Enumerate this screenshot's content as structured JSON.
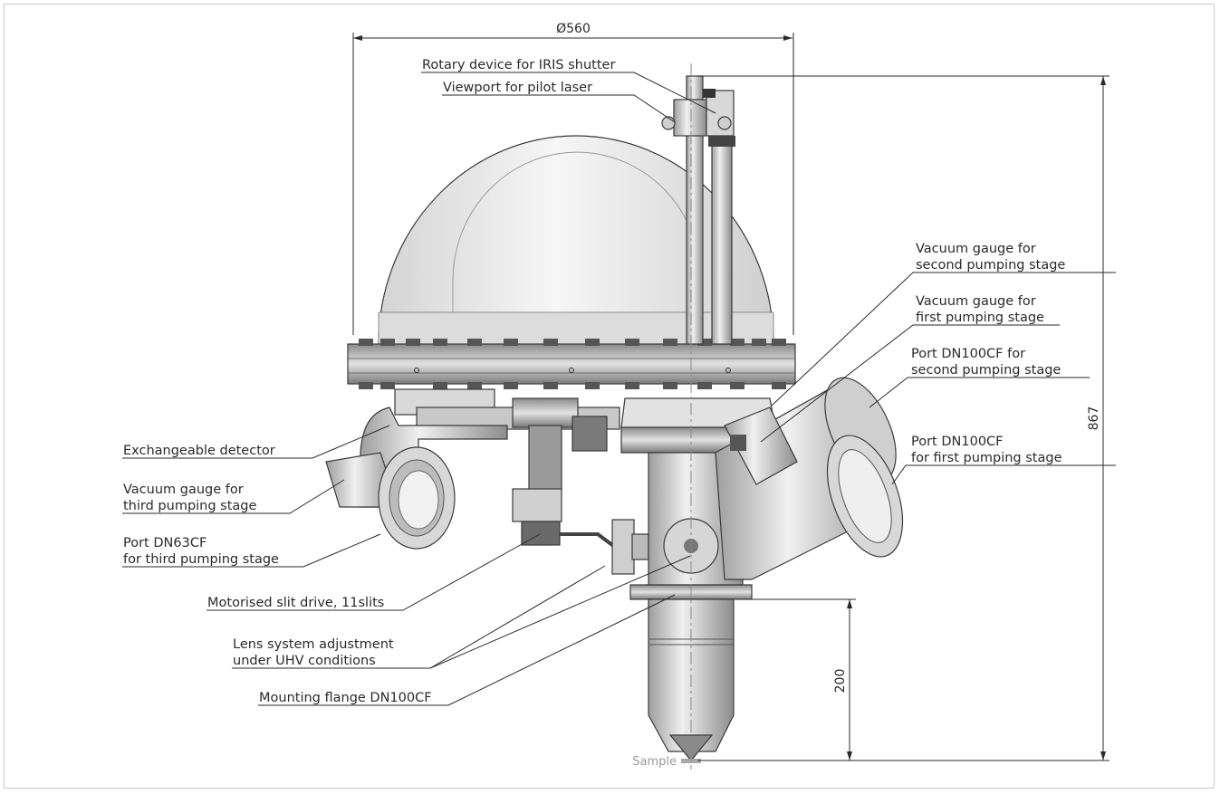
{
  "dimensions": {
    "diameter": "Ø560",
    "height_total": "867",
    "height_lower": "200"
  },
  "sample_label": "Sample",
  "labels": {
    "rotary_device": "Rotary device for IRIS shutter",
    "viewport": "Viewport for pilot laser",
    "vg_second_1": "Vacuum gauge for",
    "vg_second_2": "second pumping stage",
    "vg_first_1": "Vacuum gauge for",
    "vg_first_2": "first pumping stage",
    "port100_second_1": "Port DN100CF for",
    "port100_second_2": "second pumping stage",
    "port100_first_1": "Port DN100CF",
    "port100_first_2": "for first pumping stage",
    "exchangeable_detector": "Exchangeable detector",
    "vg_third_1": "Vacuum gauge for",
    "vg_third_2": "third pumping stage",
    "port63_1": "Port DN63CF",
    "port63_2": "for third pumping stage",
    "slit_drive": "Motorised slit drive, 11slits",
    "lens_1": "Lens system adjustment",
    "lens_2": "under UHV conditions",
    "mounting_flange": "Mounting flange DN100CF"
  },
  "colors": {
    "line": "#2a2a2a",
    "metal_light": "#e8e8e8",
    "metal_mid": "#bdbdbd",
    "metal_dark": "#6e6e6e"
  }
}
